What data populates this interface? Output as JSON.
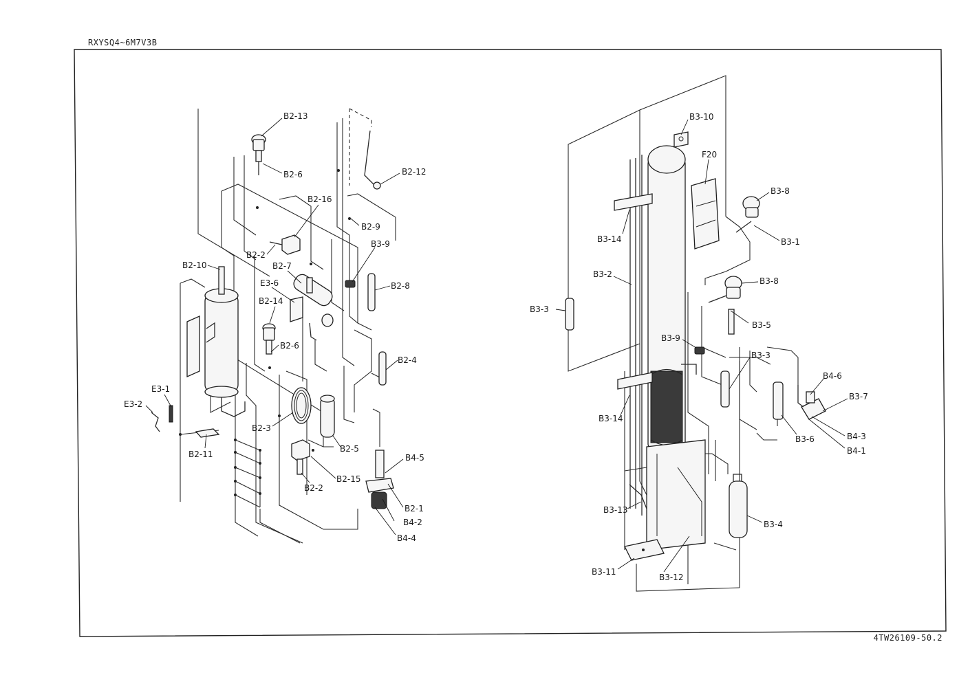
{
  "header": {
    "model": "RXYSQ4~6M7V3B",
    "document_number": "4TW26109-50.2"
  },
  "labels": {
    "B2_13": "B2-13",
    "B2_6a": "B2-6",
    "B2_12": "B2-12",
    "B2_16": "B2-16",
    "B2_9": "B2-9",
    "B2_2a": "B2-2",
    "B3_9a": "B3-9",
    "B2_10": "B2-10",
    "B2_7": "B2-7",
    "B2_8": "B2-8",
    "E3_6": "E3-6",
    "B2_14": "B2-14",
    "B2_6b": "B2-6",
    "B2_4": "B2-4",
    "E3_1": "E3-1",
    "E3_2": "E3-2",
    "B2_3": "B2-3",
    "B2_5": "B2-5",
    "B2_11": "B2-11",
    "B4_5": "B4-5",
    "B2_15": "B2-15",
    "B2_2b": "B2-2",
    "B2_1": "B2-1",
    "B4_2": "B4-2",
    "B4_4": "B4-4",
    "B3_10": "B3-10",
    "F20": "F20",
    "B3_8a": "B3-8",
    "B3_1": "B3-1",
    "B3_14a": "B3-14",
    "B3_2": "B3-2",
    "B3_8b": "B3-8",
    "B3_3a": "B3-3",
    "B3_5": "B3-5",
    "B3_9b": "B3-9",
    "B3_3b": "B3-3",
    "B4_6": "B4-6",
    "B3_7": "B3-7",
    "B3_14b": "B3-14",
    "B3_6": "B3-6",
    "B4_3": "B4-3",
    "B4_1": "B4-1",
    "B3_13": "B3-13",
    "B3_4": "B3-4",
    "B3_11": "B3-11",
    "B3_12": "B3-12"
  }
}
